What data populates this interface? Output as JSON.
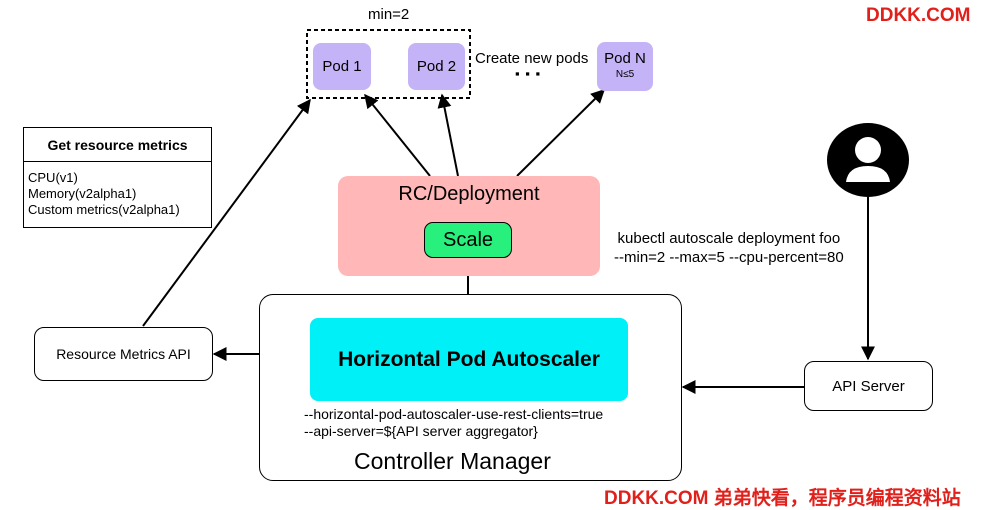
{
  "watermark_top": "DDKK.COM",
  "watermark_bottom": "DDKK.COM 弟弟快看，程序员编程资料站",
  "replica_group": {
    "min_label": "min=2",
    "pods": [
      "Pod 1",
      "Pod 2"
    ]
  },
  "create_label": "Create new pods",
  "ellipsis": "▪ ▪ ▪",
  "pod_n": {
    "label": "Pod N",
    "constraint": "N≤5"
  },
  "metrics_box": {
    "title": "Get resource metrics",
    "items": [
      "CPU(v1)",
      "Memory(v2alpha1)",
      "Custom metrics(v2alpha1)"
    ]
  },
  "deployment": {
    "title": "RC/Deployment",
    "scale_label": "Scale"
  },
  "command": {
    "line1": "kubectl autoscale deployment foo",
    "line2": "--min=2 --max=5 --cpu-percent=80"
  },
  "resource_metrics_api": "Resource Metrics API",
  "hpa": {
    "title": "Horizontal Pod Autoscaler",
    "flag1": "--horizontal-pod-autoscaler-use-rest-clients=true",
    "flag2": "--api-server=${API server aggregator}"
  },
  "controller_manager": "Controller Manager",
  "api_server": "API Server",
  "colors": {
    "pod": "#c5b3f7",
    "deployment": "#ffb7b7",
    "scale": "#27f07c",
    "hpa": "#00f0f8",
    "watermark": "#e0201b"
  },
  "user_icon": "user-avatar-icon"
}
